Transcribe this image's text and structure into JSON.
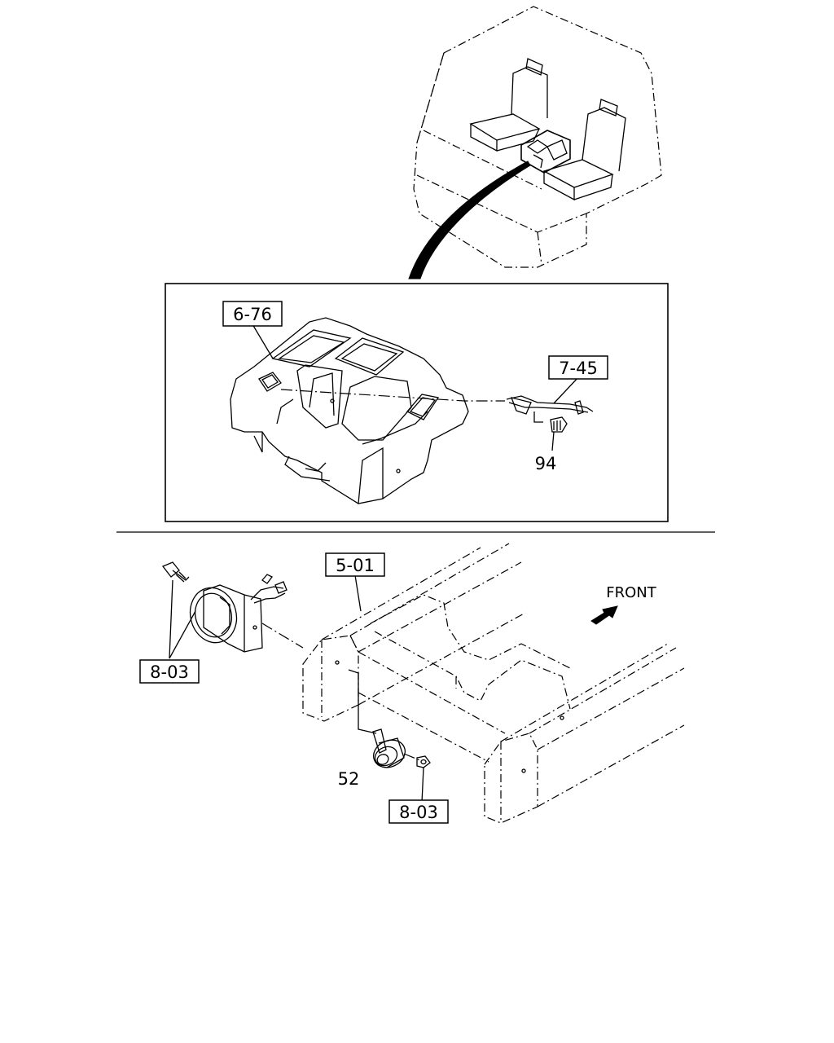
{
  "callouts": {
    "console_ref": "6-76",
    "harness_ref": "7-45",
    "bolt_part": "94",
    "frame_ref": "5-01",
    "lamp_fastener_ref": "8-03",
    "horn_part": "52",
    "horn_nut_ref": "8-03"
  },
  "direction": {
    "label": "FRONT"
  }
}
